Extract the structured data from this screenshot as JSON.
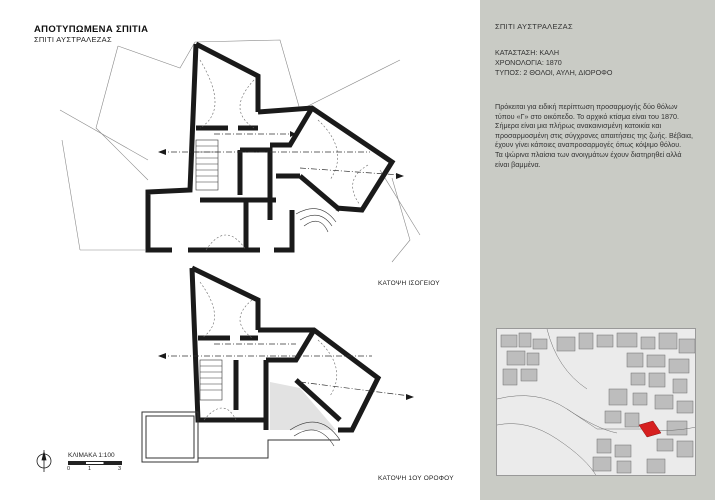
{
  "header": {
    "title": "ΑΠΟΤΥΠΩΜΕΝΑ ΣΠΙΤΙΑ",
    "subtitle": "ΣΠΙΤΙ ΑΥΣΤΡΑΛΕΖΑΣ"
  },
  "plans": {
    "ground_caption": "ΚΑΤΟΨΗ ΙΣΟΓΕΙΟΥ",
    "first_caption": "ΚΑΤΟΨΗ 1ΟΥ ΟΡΟΦΟΥ"
  },
  "scale": {
    "label": "ΚΛΙΜΑΚΑ 1:100",
    "tick_start": "0",
    "tick_mid": "1",
    "tick_end": "3"
  },
  "panel": {
    "heading": "ΣΠΙΤΙ ΑΥΣΤΡΑΛΕΖΑΣ",
    "status": "ΚΑΤΑΣΤΑΣΗ: ΚΑΛΗ",
    "date": "ΧΡΟΝΟΛΟΓΙΑ: 1870",
    "type": "ΤΥΠΟΣ: 2 ΘΟΛΟΙ, ΑΥΛΗ, ΔΙΟΡΟΦΟ",
    "paragraph1": "Πρόκειται για ειδική περίπτωση προσαρμογής δύο θόλων τύπου «Γ» στο οικόπεδο. Το αρχικό κτίσμα είναι του 1870.",
    "paragraph2": "Σήμερα είναι μια πλήρως ανακαινισμένη κατοικία και προσαρμοσμένη στις σύγχρονες απαιτήσεις της ζωής. Βέβαια, έχουν γίνει κάποιες αναπροσαρμογές όπως κόψιμο θόλου.",
    "paragraph3": "Τα ψώρινα πλαίσια των ανοιγμάτων έχουν διατηρηθεί αλλά είναι βαμμένα."
  },
  "colors": {
    "panel_bg": "#c9cbc5",
    "wall": "#1a1a1a",
    "highlight": "#d61f1f"
  }
}
